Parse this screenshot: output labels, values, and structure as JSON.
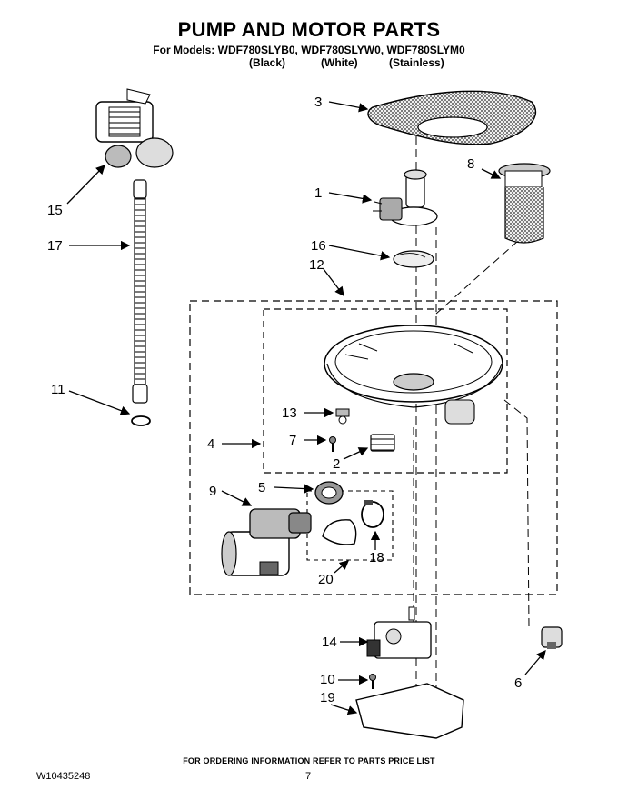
{
  "header": {
    "title": "PUMP AND MOTOR PARTS",
    "models_line": "For Models: WDF780SLYB0, WDF780SLYW0, WDF780SLYM0",
    "variants": [
      "(Black)",
      "(White)",
      "(Stainless)"
    ]
  },
  "callouts": [
    "1",
    "2",
    "3",
    "4",
    "5",
    "6",
    "7",
    "8",
    "9",
    "10",
    "11",
    "12",
    "13",
    "14",
    "15",
    "16",
    "17",
    "18",
    "19",
    "20"
  ],
  "footer": {
    "note": "FOR ORDERING INFORMATION REFER TO PARTS PRICE LIST",
    "doc_id": "W10435248",
    "page": "7"
  }
}
